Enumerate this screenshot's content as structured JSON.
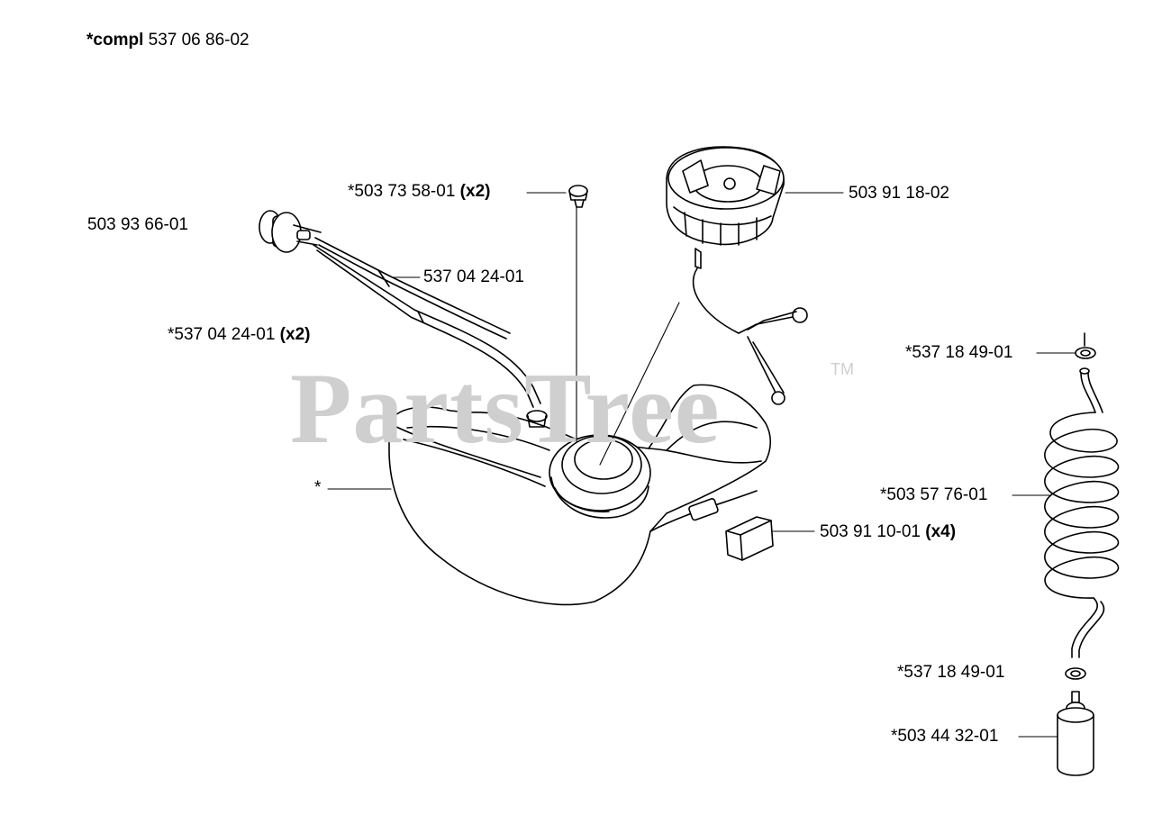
{
  "title": {
    "prefix": "*compl",
    "number": "537 06 86-02"
  },
  "watermark": {
    "text": "PartsTree",
    "trademark": "TM"
  },
  "labels": {
    "gasket_top": {
      "text": "*503 73 58-01",
      "qty": "(x2)"
    },
    "pump": {
      "text": "503 93 66-01"
    },
    "hose_upper": {
      "text": "537 04 24-01"
    },
    "hose_lower": {
      "text": "*537 04 24-01",
      "qty": "(x2)"
    },
    "cap": {
      "text": "503 91 18-02"
    },
    "tank": {
      "text": "*"
    },
    "damper": {
      "text": "503 91 10-01",
      "qty": "(x4)"
    },
    "washer_top": {
      "text": "*537 18 49-01"
    },
    "coil_hose": {
      "text": "*503 57 76-01"
    },
    "washer_bottom": {
      "text": "*537 18 49-01"
    },
    "filter": {
      "text": "*503 44 32-01"
    }
  },
  "colors": {
    "line": "#000000",
    "watermark": "#cfcfcf",
    "background": "#ffffff"
  }
}
